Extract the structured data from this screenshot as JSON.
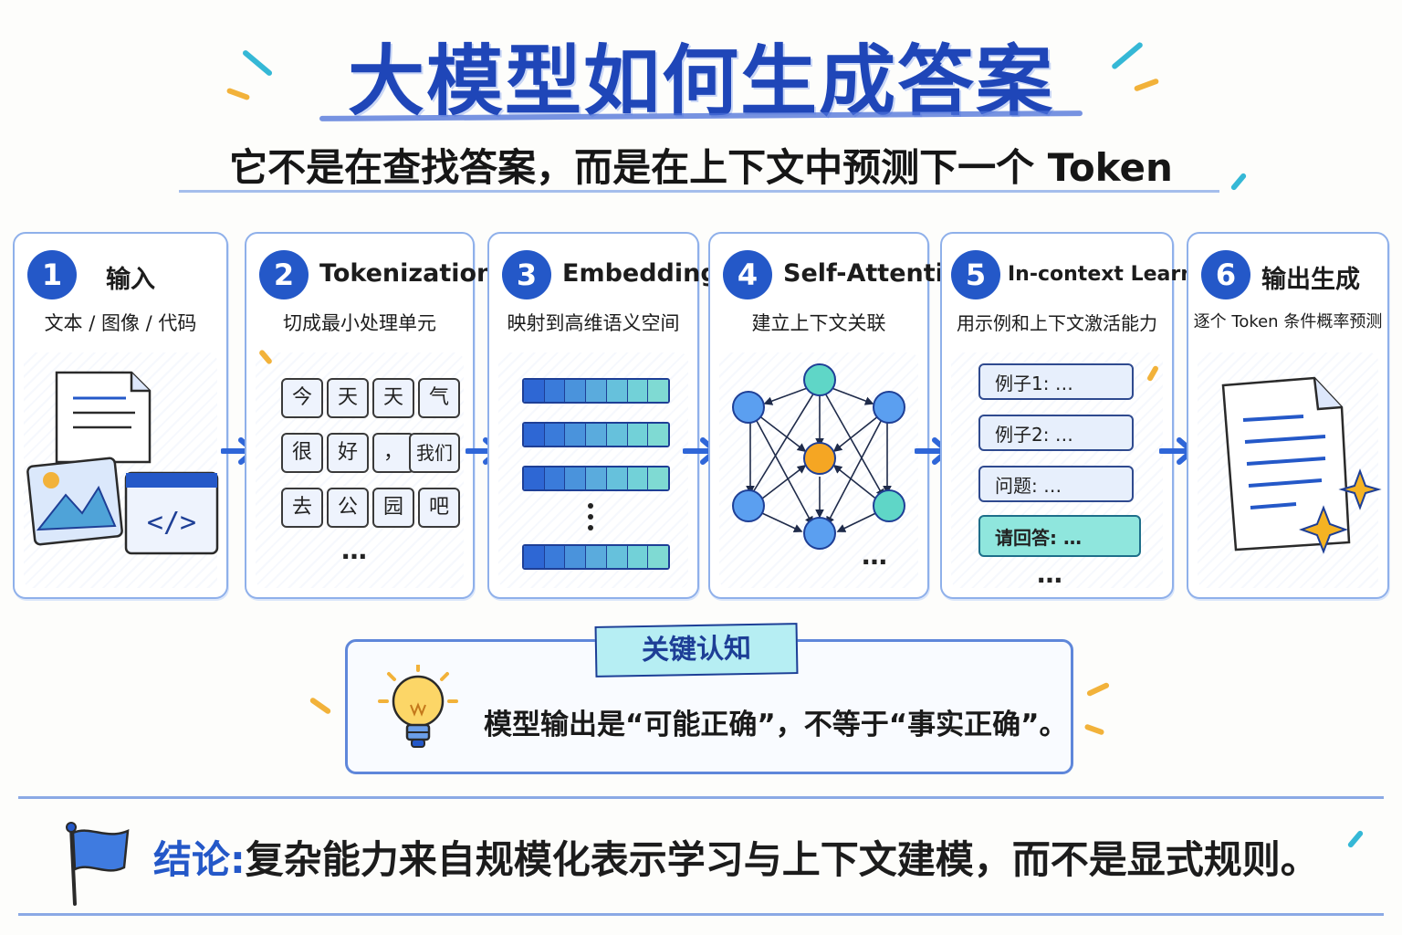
{
  "title": "大模型如何生成答案",
  "subtitle": "它不是在查找答案，而是在上下文中预测下一个 Token",
  "steps": [
    {
      "num": "1",
      "title": "输入",
      "desc": "文本 / 图像 / 代码"
    },
    {
      "num": "2",
      "title": "Tokenization",
      "desc": "切成最小处理单元"
    },
    {
      "num": "3",
      "title": "Embedding",
      "desc": "映射到高维语义空间"
    },
    {
      "num": "4",
      "title": "Self-Attention",
      "desc": "建立上下文关联"
    },
    {
      "num": "5",
      "title": "In-context Learning",
      "desc": "用示例和上下文激活能力"
    },
    {
      "num": "6",
      "title": "输出生成",
      "desc": "逐个 Token 条件概率预测"
    }
  ],
  "tokens": [
    "今",
    "天",
    "天",
    "气",
    "很",
    "好",
    "，",
    "我们",
    "去",
    "公",
    "园",
    "吧"
  ],
  "examples": [
    "例子1: …",
    "例子2: …",
    "问题: …",
    "请回答: …"
  ],
  "ellipsis": "…",
  "insight": {
    "tag": "关键认知",
    "text": "模型输出是“可能正确”，不等于“事实正确”。"
  },
  "conclusion": {
    "label": "结论:",
    "text": "复杂能力来自规模化表示学习与上下文建模，而不是显式规则。"
  },
  "colors": {
    "accent": "#2458c8",
    "title": "#1f46b8",
    "highlight": "#b6eef3",
    "attention_center": "#f5a623"
  },
  "icons": [
    "document-icon",
    "image-icon",
    "code-icon",
    "neural-network-icon",
    "output-document-icon",
    "sparkle-icon",
    "lightbulb-icon",
    "flag-icon",
    "arrow-right-icon"
  ]
}
